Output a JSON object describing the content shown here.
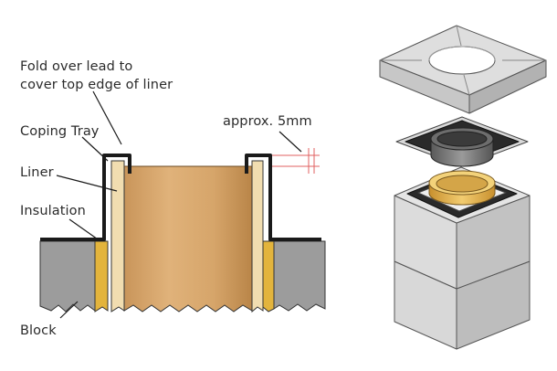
{
  "labels": {
    "fold_line1": "Fold over lead to",
    "fold_line2": "cover top edge of liner",
    "coping_tray": "Coping Tray",
    "approx": "approx. 5mm",
    "liner": "Liner",
    "insulation": "Insulation",
    "block": "Block"
  },
  "colors": {
    "liner_tan": "#d4a366",
    "insulation_yellow": "#e3b43c",
    "liner_wall": "#f1ddb0",
    "block_grey": "#9c9c9c",
    "lead_black": "#1a1a1a",
    "dimension_red": "#e06060",
    "block_3d_light": "#dcdcdc",
    "block_3d_mid": "#c4c4c4",
    "block_3d_dark": "#a8a8a8",
    "brass_ring": "#e0b050"
  }
}
